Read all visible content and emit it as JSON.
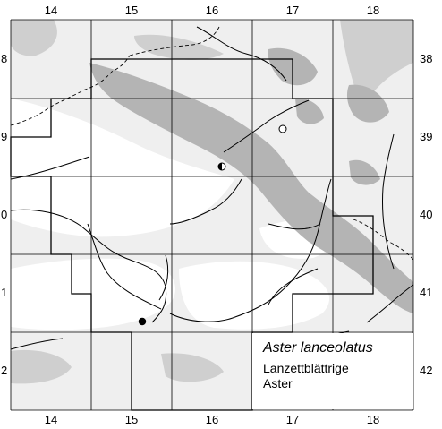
{
  "grid": {
    "top_columns": [
      "14",
      "15",
      "16",
      "17",
      "18"
    ],
    "bottom_columns": [
      "14",
      "15",
      "16",
      "17",
      "18"
    ],
    "left_rows": [
      "8",
      "9",
      "0",
      "1",
      "2"
    ],
    "right_rows": [
      "38",
      "39",
      "40",
      "41",
      "42"
    ]
  },
  "legend": {
    "species": "Aster lanceolatus",
    "common_line1": "Lanzettblättrige",
    "common_line2": "Aster"
  },
  "markers": [
    {
      "type": "open-circle",
      "meaning": "record"
    },
    {
      "type": "half-filled-circle",
      "meaning": "record"
    },
    {
      "type": "filled-circle",
      "meaning": "record"
    }
  ],
  "colors": {
    "mid_terrain": "#e4e4e4",
    "high_terrain": "#cfcfcf",
    "mountain": "#b4b4b4",
    "grid_lines": "#000000",
    "background": "#ffffff"
  }
}
